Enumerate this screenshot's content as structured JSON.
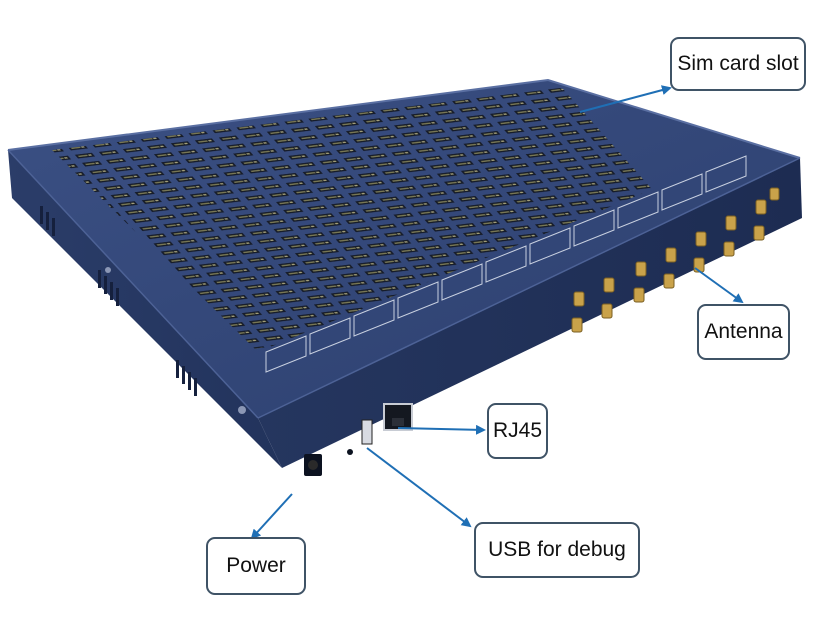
{
  "labels": {
    "sim_card_slot": "Sim card slot",
    "antenna": "Antenna",
    "rj45": "RJ45",
    "usb_for_debug": "USB for debug",
    "power": "Power"
  },
  "colors": {
    "device_body": "#273a66",
    "device_top": "#34487a",
    "device_side": "#1f2f55",
    "arrow": "#1f6fb5",
    "callout_border": "#3f5366",
    "connector_gold": "#c9a24a"
  }
}
